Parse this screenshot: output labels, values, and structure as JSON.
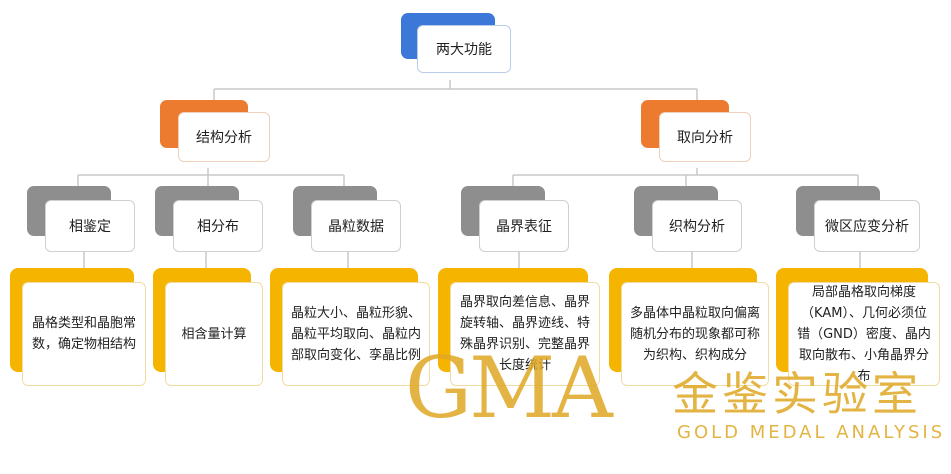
{
  "root": {
    "label": "两大功能"
  },
  "branches": [
    {
      "label": "结构分析",
      "children": [
        {
          "label": "相鉴定",
          "detail": "晶格类型和晶胞常数，确定物相结构"
        },
        {
          "label": "相分布",
          "detail": "相含量计算"
        },
        {
          "label": "晶粒数据",
          "detail": "晶粒大小、晶粒形貌、晶粒平均取向、晶粒内部取向变化、孪晶比例"
        }
      ]
    },
    {
      "label": "取向分析",
      "children": [
        {
          "label": "晶界表征",
          "detail": "晶界取向差信息、晶界旋转轴、晶界迹线、特殊晶界识别、完整晶界长度统计"
        },
        {
          "label": "织构分析",
          "detail": "多晶体中晶粒取向偏离随机分布的现象都可称为织构、织构成分"
        },
        {
          "label": "微区应变分析",
          "detail": "局部晶格取向梯度（KAM）、几何必须位错（GND）密度、晶内取向散布、小角晶界分布"
        }
      ]
    }
  ],
  "watermark": {
    "logo": "GMA",
    "name_cn": "金鉴实验室",
    "name_en": "GOLD MEDAL ANALYSIS"
  },
  "colors": {
    "root_tab": "#3b78d8",
    "level2_tab": "#ec7b2f",
    "level3_tab": "#8e8e8e",
    "level4_tab": "#f4b400",
    "connector": "#c8c8c8",
    "watermark": "#dea824"
  }
}
